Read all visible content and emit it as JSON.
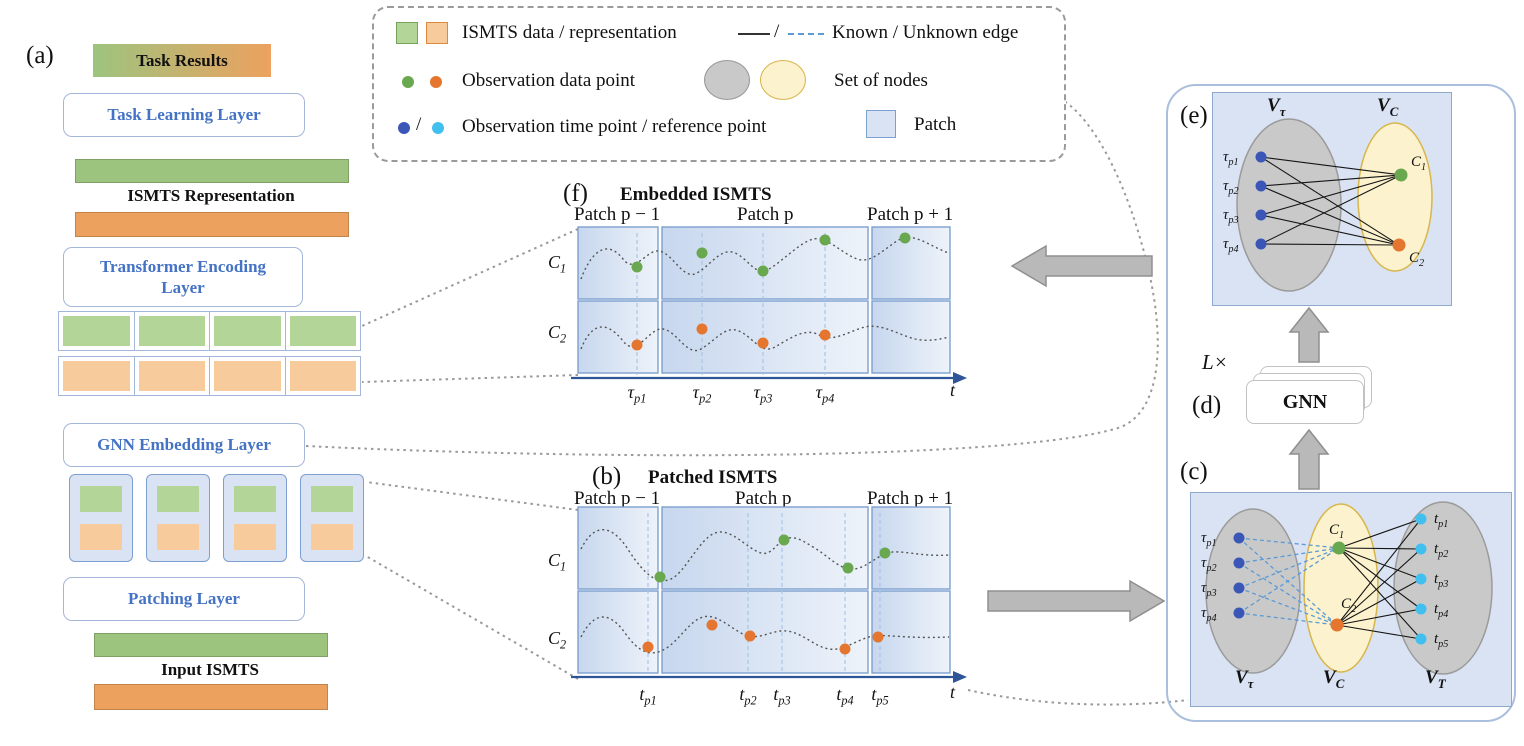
{
  "colors": {
    "green_fill": "#9dc47f",
    "green_light": "#b3d598",
    "orange_fill": "#eda15f",
    "orange_light": "#f8cb9c",
    "blue_text": "#4472c4",
    "box_border": "#a4b6da",
    "patch_fill": "#dae3f3",
    "patch_border": "#7da0d0",
    "gray_set": "#c9c9c9",
    "yellow_set": "#fcf2cd",
    "blue_dot": "#3a57b8",
    "cyan_dot": "#41c0f0",
    "green_dot": "#6aa84f",
    "orange_dot": "#e4762f"
  },
  "panels": {
    "a": "(a)",
    "b": "(b)",
    "c": "(c)",
    "d": "(d)",
    "e": "(e)",
    "f": "(f)"
  },
  "architecture": {
    "task_results": "Task Results",
    "task_learning_layer": "Task Learning Layer",
    "ismts_representation": "ISMTS Representation",
    "transformer_encoding_layer": "Transformer Encoding Layer",
    "gnn_embedding_layer": "GNN Embedding Layer",
    "patching_layer": "Patching Layer",
    "input_ismts": "Input ISMTS"
  },
  "legend": {
    "ismts_data_label": "ISMTS data / representation",
    "edge_label": "Known / Unknown edge",
    "observation_point_label": "Observation data point",
    "set_label": "Set of nodes",
    "time_point_label": "Observation time point / reference point",
    "patch_label": "Patch",
    "slash": "/"
  },
  "plot_f": {
    "title": "Embedded ISMTS",
    "patches": [
      "Patch p − 1",
      "Patch p",
      "Patch p + 1"
    ],
    "series": [
      {
        "base": "C",
        "sub": "1"
      },
      {
        "base": "C",
        "sub": "2"
      }
    ],
    "ticks": [
      {
        "base": "τ",
        "sub": "p1"
      },
      {
        "base": "τ",
        "sub": "p2"
      },
      {
        "base": "τ",
        "sub": "p3"
      },
      {
        "base": "τ",
        "sub": "p4"
      }
    ],
    "axis": "t"
  },
  "plot_b": {
    "title": "Patched ISMTS",
    "patches": [
      "Patch p − 1",
      "Patch p",
      "Patch p + 1"
    ],
    "series": [
      {
        "base": "C",
        "sub": "1"
      },
      {
        "base": "C",
        "sub": "2"
      }
    ],
    "ticks": [
      {
        "base": "t",
        "sub": "p1"
      },
      {
        "base": "t",
        "sub": "p2"
      },
      {
        "base": "t",
        "sub": "p3"
      },
      {
        "base": "t",
        "sub": "p4"
      },
      {
        "base": "t",
        "sub": "p5"
      }
    ],
    "axis": "t"
  },
  "graph_e": {
    "set_tau": {
      "base": "V",
      "sub": "τ"
    },
    "set_c": {
      "base": "V",
      "sub": "C"
    },
    "tau_nodes": [
      {
        "base": "τ",
        "sub": "p1"
      },
      {
        "base": "τ",
        "sub": "p2"
      },
      {
        "base": "τ",
        "sub": "p3"
      },
      {
        "base": "τ",
        "sub": "p4"
      }
    ],
    "c_nodes": [
      {
        "base": "C",
        "sub": "1"
      },
      {
        "base": "C",
        "sub": "2"
      }
    ]
  },
  "gnn": {
    "repeat": "L×",
    "label": "GNN"
  },
  "graph_c": {
    "set_tau": {
      "base": "V",
      "sub": "τ"
    },
    "set_c": {
      "base": "V",
      "sub": "C"
    },
    "set_t": {
      "base": "V",
      "sub": "T"
    },
    "tau_nodes": [
      {
        "base": "τ",
        "sub": "p1"
      },
      {
        "base": "τ",
        "sub": "p2"
      },
      {
        "base": "τ",
        "sub": "p3"
      },
      {
        "base": "τ",
        "sub": "p4"
      }
    ],
    "c_nodes": [
      {
        "base": "C",
        "sub": "1"
      },
      {
        "base": "C",
        "sub": "2"
      }
    ],
    "t_nodes": [
      {
        "base": "t",
        "sub": "p1"
      },
      {
        "base": "t",
        "sub": "p2"
      },
      {
        "base": "t",
        "sub": "p3"
      },
      {
        "base": "t",
        "sub": "p4"
      },
      {
        "base": "t",
        "sub": "p5"
      }
    ]
  }
}
